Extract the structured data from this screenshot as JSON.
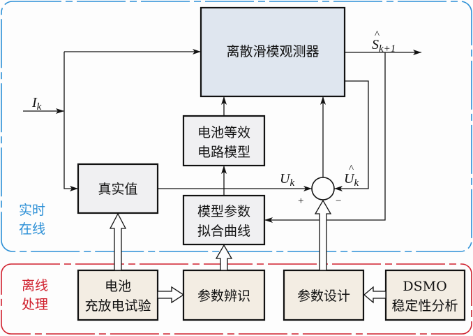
{
  "regions": {
    "online": {
      "label_line1": "实时",
      "label_line2": "在线",
      "color": "#2b8fd6"
    },
    "offline": {
      "label_line1": "离线",
      "label_line2": "处理",
      "color": "#d01f2c"
    }
  },
  "blocks": {
    "observer": {
      "label": "离散滑模观测器",
      "fill": "#dfe6ef"
    },
    "equiv_circuit": {
      "line1": "电池等效",
      "line2": "电路模型",
      "fill": "#f0f0f2"
    },
    "true_value": {
      "label": "真实值",
      "fill": "#f0f0f2"
    },
    "fit_curve": {
      "line1": "模型参数",
      "line2": "拟合曲线",
      "fill": "#f0f0f2"
    },
    "charge_test": {
      "line1": "电池",
      "line2": "充放电试验",
      "fill": "#f3ede3"
    },
    "param_ident": {
      "label": "参数辨识",
      "fill": "#f3ede3"
    },
    "param_design": {
      "label": "参数设计",
      "fill": "#f3ede3"
    },
    "dsmo": {
      "line1": "DSMO",
      "line2": "稳定性分析",
      "fill": "#f3ede3"
    }
  },
  "signals": {
    "input_current": {
      "main": "I",
      "sub": "k"
    },
    "output_soc": {
      "main": "S",
      "hat": "^",
      "sub": "k+1"
    },
    "voltage_measured": {
      "main": "U",
      "sub": "k"
    },
    "voltage_estimated": {
      "main": "U",
      "hat": "^",
      "sub": "k"
    },
    "plus_sign": "+",
    "minus_sign": "−"
  }
}
